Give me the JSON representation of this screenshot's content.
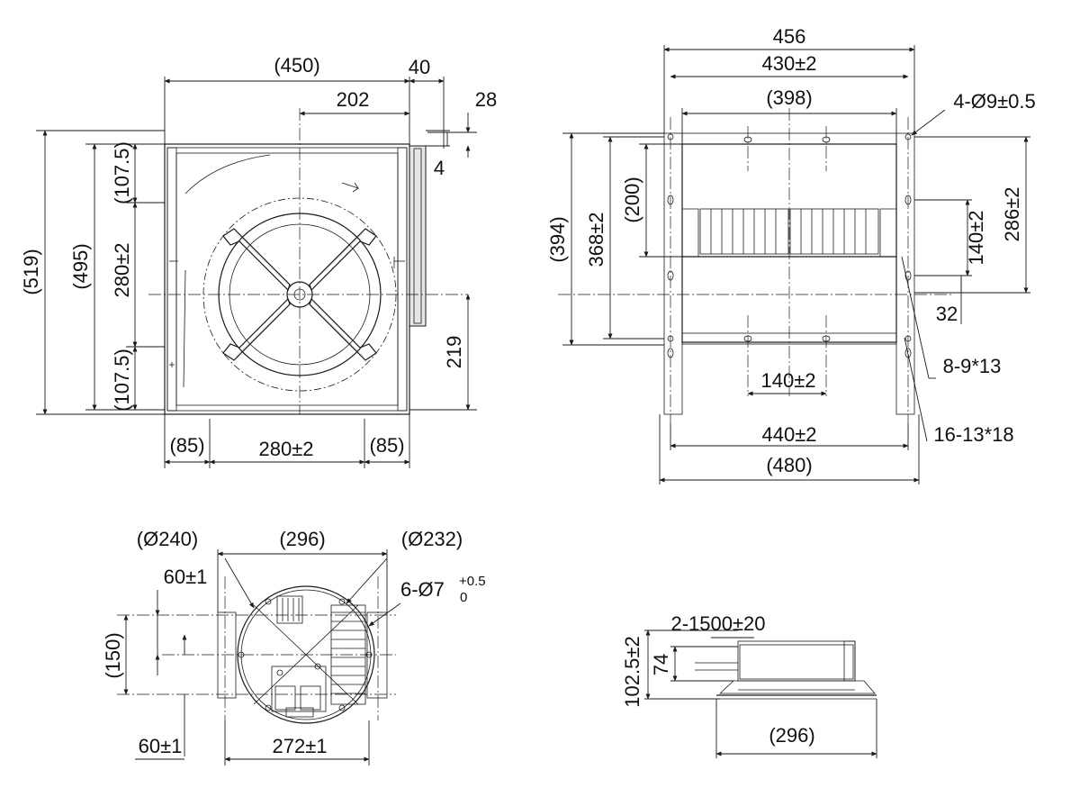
{
  "front_view": {
    "dim_450": "(450)",
    "dim_40": "40",
    "dim_202": "202",
    "dim_28": "28",
    "dim_4": "4",
    "dim_519": "(519)",
    "dim_495": "(495)",
    "dim_107_top": "(107.5)",
    "dim_280_v": "280±2",
    "dim_107_bottom": "(107.5)",
    "dim_219": "219",
    "dim_85_left": "(85)",
    "dim_280_h": "280±2",
    "dim_85_right": "(85)"
  },
  "side_view": {
    "dim_456": "456",
    "dim_430": "430±2",
    "dim_398": "(398)",
    "hole_4": "4-Ø9±0.5",
    "dim_394": "(394)",
    "dim_368": "368±2",
    "dim_200": "(200)",
    "dim_140_v": "140±2",
    "dim_286": "286±2",
    "dim_32": "32",
    "slot_8": "8-9*13",
    "dim_140_h": "140±2",
    "slot_16": "16-13*18",
    "dim_440": "440±2",
    "dim_480": "(480)"
  },
  "motor_view": {
    "dia_240": "(Ø240)",
    "dim_296": "(296)",
    "dia_232": "(Ø232)",
    "dim_60_top": "60±1",
    "hole_6_prefix": "6-Ø7",
    "hole_6_upper": "+0.5",
    "hole_6_lower": "0",
    "dim_150": "(150)",
    "dim_60_bottom": "60±1",
    "dim_272": "272±1"
  },
  "motor_side_view": {
    "cable": "2-1500±20",
    "dim_102": "102.5±2",
    "dim_74": "74",
    "dim_296": "(296)"
  }
}
